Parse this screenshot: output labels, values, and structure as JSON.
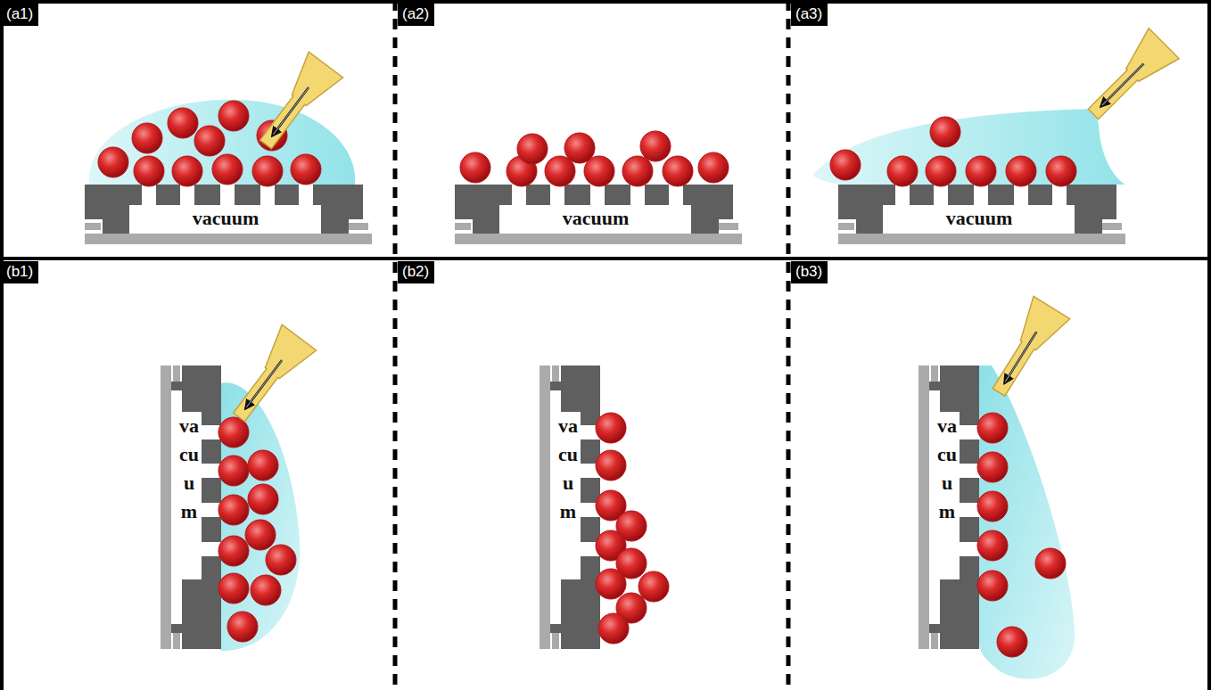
{
  "diagram": {
    "labels": [
      "(a1)",
      "vacuum",
      "(a2)",
      "vacuum",
      "(a3)",
      "vacuum",
      "(b1)",
      "vacuum",
      "(b2)",
      "vacuum",
      "(b3)",
      "vacuum"
    ]
  }
}
